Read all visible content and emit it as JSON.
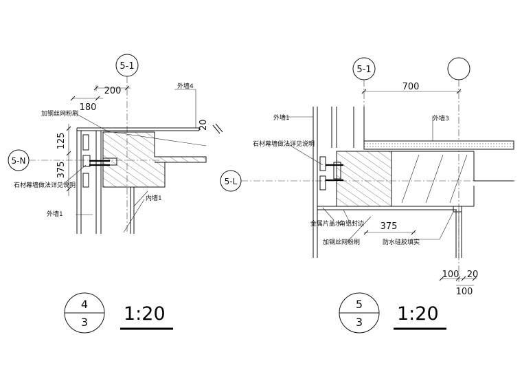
{
  "left": {
    "axis_top": "5-1",
    "axis_left": "5-N",
    "dims": {
      "d200": "200",
      "d180": "180",
      "d125": "125",
      "d375": "375",
      "d20": "20"
    },
    "labels": {
      "exterior_wall_4": "外墙4",
      "mesh_plaster": "加钢丝网粉刷",
      "stone_curtain_wall": "石材幕墙做法详见说明",
      "interior_wall_1": "内墙1",
      "exterior_wall_1": "外墙1"
    },
    "detail_no": "4",
    "sheet_no": "3",
    "scale": "1:20"
  },
  "right": {
    "axis_top": "5-1",
    "axis_left": "5-L",
    "dims": {
      "d700": "700",
      "d375": "375",
      "d100a": "100",
      "d20": "20",
      "d100b": "100"
    },
    "labels": {
      "exterior_wall_1": "外墙1",
      "stone_curtain_wall": "石材幕墙做法详见说明",
      "exterior_wall_3": "外墙3",
      "metal_flashing": "金属片盖水",
      "aluminum_edge": "角铝封边",
      "mesh_plaster": "加钢丝网粉刷",
      "waterproof_sealant": "防水硅胶填实"
    },
    "detail_no": "5",
    "sheet_no": "3",
    "scale": "1:20"
  }
}
